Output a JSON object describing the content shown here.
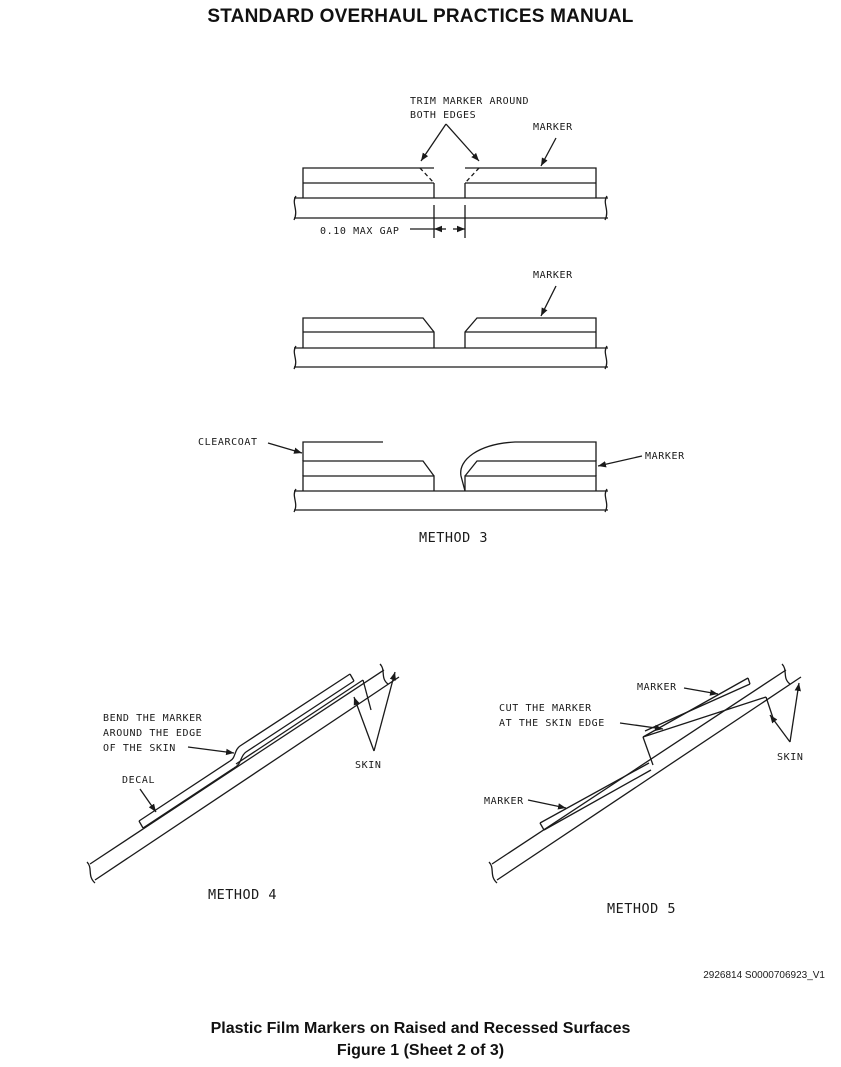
{
  "header": {
    "title": "STANDARD OVERHAUL PRACTICES MANUAL"
  },
  "figure": {
    "labels": {
      "trim_marker_line1": "TRIM MARKER AROUND",
      "trim_marker_line2": "BOTH EDGES",
      "marker": "MARKER",
      "max_gap": "0.10 MAX GAP",
      "clearcoat": "CLEARCOAT",
      "bend_line1": "BEND THE MARKER",
      "bend_line2": "AROUND THE EDGE",
      "bend_line3": "OF THE SKIN",
      "decal": "DECAL",
      "skin": "SKIN",
      "cut_line1": "CUT THE MARKER",
      "cut_line2": "AT THE SKIN EDGE"
    },
    "methods": {
      "method3": "METHOD 3",
      "method4": "METHOD 4",
      "method5": "METHOD 5"
    }
  },
  "footer": {
    "doc_id": "2926814 S0000706923_V1",
    "caption_line1": "Plastic Film Markers on Raised and Recessed Surfaces",
    "caption_line2": "Figure 1  (Sheet 2 of 3)"
  }
}
